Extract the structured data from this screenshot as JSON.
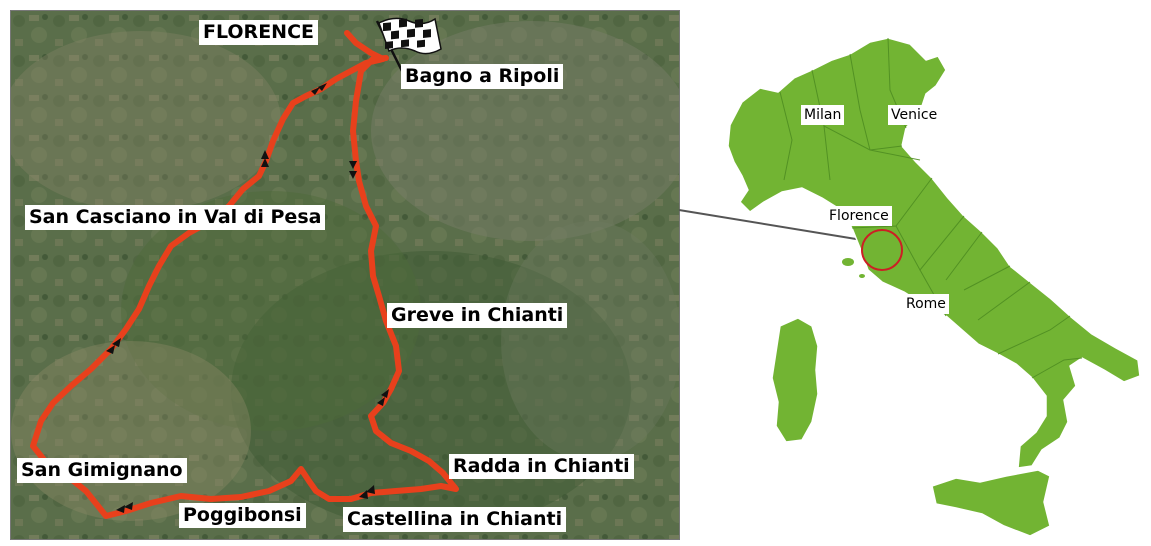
{
  "route_map": {
    "start_finish_icon": "checkered-flag-icon",
    "route_color": "#e8401c",
    "towns": {
      "florence": "FLORENCE",
      "bagno_a_ripoli": "Bagno a Ripoli",
      "san_casciano": "San Casciano in Val di Pesa",
      "greve": "Greve in Chianti",
      "san_gimignano": "San Gimignano",
      "radda": "Radda in Chianti",
      "poggibonsi": "Poggibonsi",
      "castellina": "Castellina in Chianti"
    }
  },
  "italy_map": {
    "land_color": "#72b433",
    "highlight_color": "#cc1f24",
    "cities": {
      "milan": "Milan",
      "venice": "Venice",
      "florence": "Florence",
      "rome": "Rome"
    }
  }
}
